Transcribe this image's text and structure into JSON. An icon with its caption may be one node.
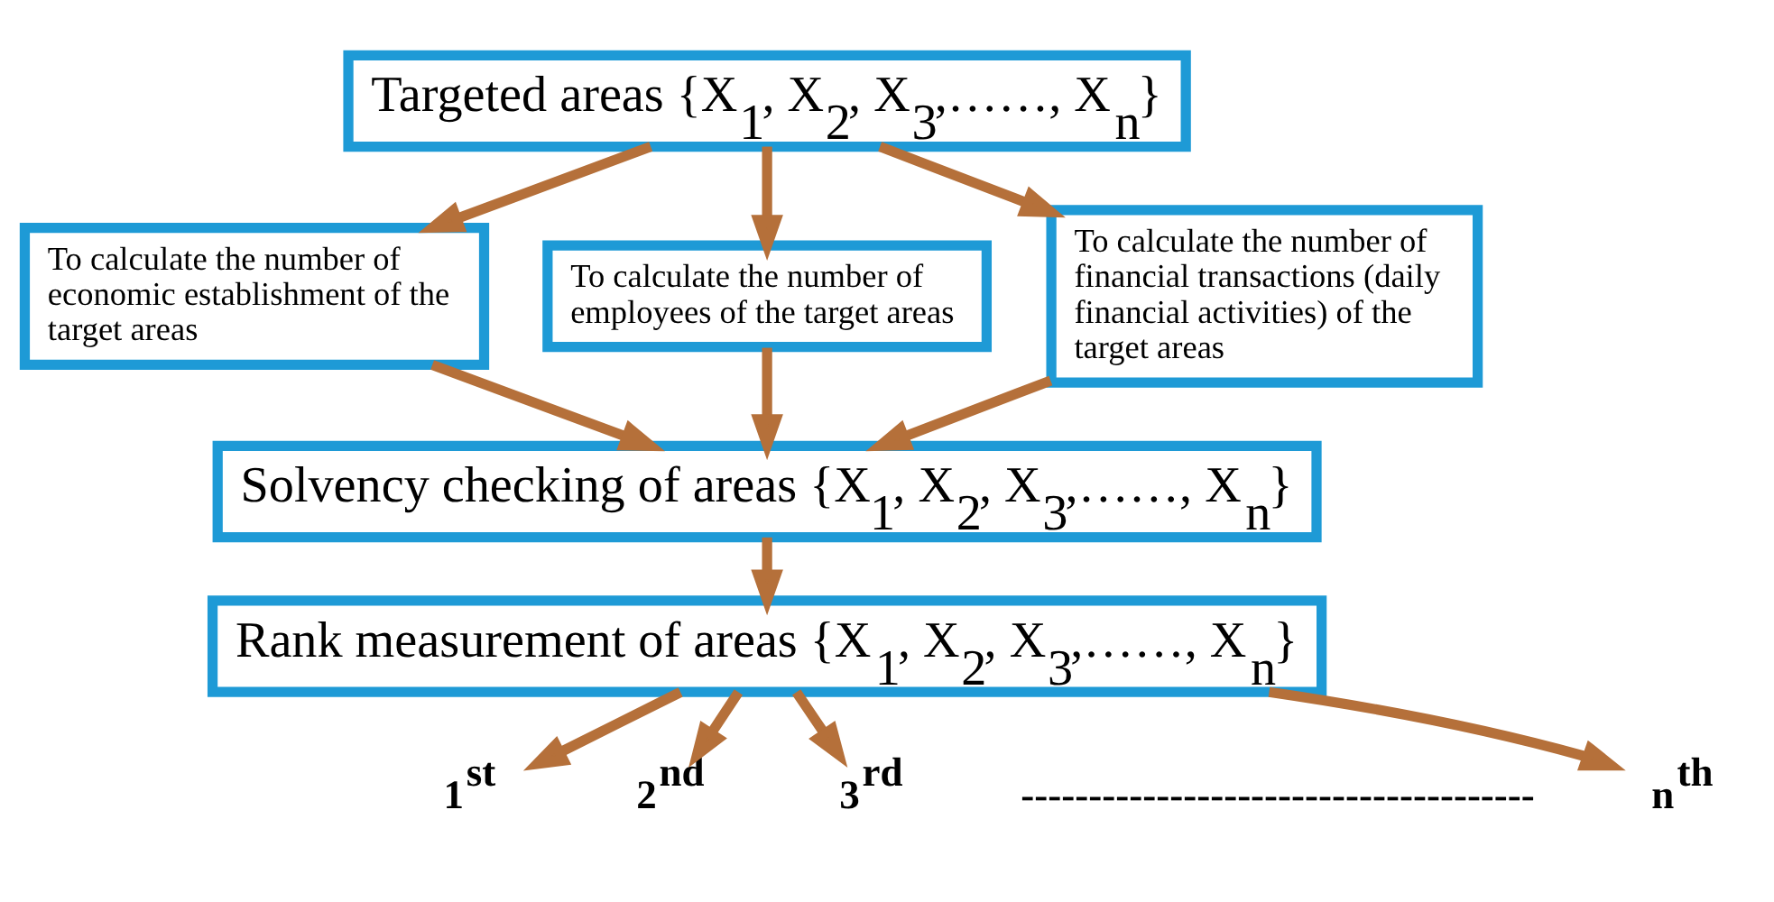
{
  "diagram": {
    "nodes": [
      {
        "text": [
          "Targeted areas {X$_{1}$, X$_{2}$, X$_{3}$,……, X$_{n}$}"
        ]
      },
      {
        "text": [
          "To calculate the number of economic establishment of the target areas"
        ]
      },
      {
        "text": [
          "To calculate the number of employees of the target areas"
        ]
      },
      {
        "text": [
          "To calculate the number of financial transactions (daily financial activities) of the target areas"
        ]
      },
      {
        "text": [
          "Solvency checking of areas {X$_{1}$, X$_{2}$, X$_{3}$,……, X$_{n}$}"
        ]
      },
      {
        "text": [
          "Rank measurement of areas {X$_{1}$, X$_{2}$, X$_{3}$,……, X$_{n}$}"
        ]
      },
      {
        "text": [
          "1$^{st}$"
        ]
      },
      {
        "text": [
          "2$^{nd}$"
        ]
      },
      {
        "text": [
          "3$^{rd}$"
        ]
      },
      {
        "text": [
          "n$^{th}$"
        ]
      }
    ],
    "edges": [
      {
        "from": 0,
        "to": 1,
        "arrow": "to"
      },
      {
        "from": 0,
        "to": 2,
        "arrow": "to"
      },
      {
        "from": 0,
        "to": 3,
        "arrow": "to"
      },
      {
        "from": 1,
        "to": 4,
        "arrow": "to"
      },
      {
        "from": 2,
        "to": 4,
        "arrow": "to"
      },
      {
        "from": 3,
        "to": 4,
        "arrow": "to"
      },
      {
        "from": 4,
        "to": 5,
        "arrow": "to"
      },
      {
        "from": 5,
        "to": 6,
        "arrow": "to"
      },
      {
        "from": 5,
        "to": 7,
        "arrow": "to"
      },
      {
        "from": 5,
        "to": 8,
        "arrow": "to"
      },
      {
        "from": 5,
        "to": 9,
        "arrow": "to"
      }
    ],
    "labels": [
      "--------------------------------------"
    ]
  }
}
